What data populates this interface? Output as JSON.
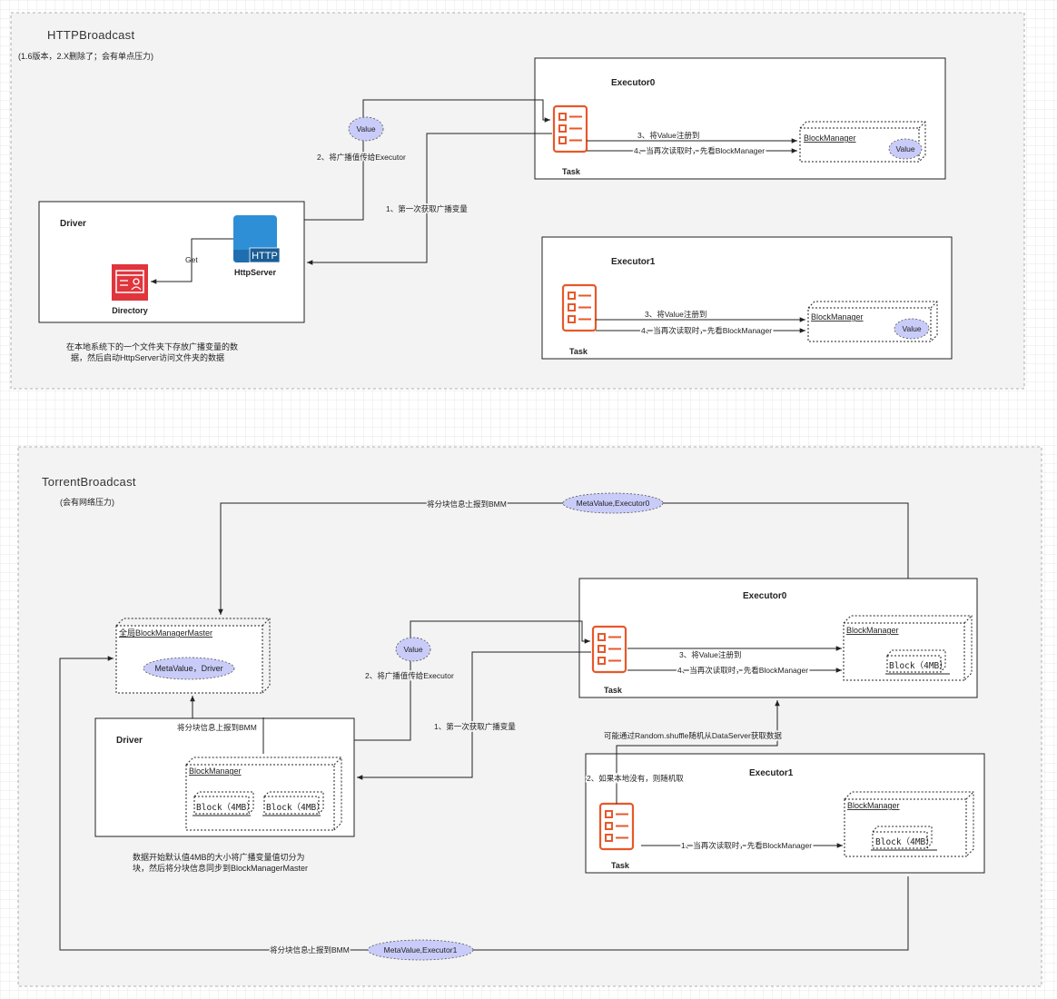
{
  "http": {
    "title": "HTTPBroadcast",
    "subtitle": "(1.6版本，2.X删除了；会有单点压力)",
    "executor0": "Executor0",
    "executor1": "Executor1",
    "driver": "Driver",
    "task": "Task",
    "value": "Value",
    "block_manager": "BlockManager",
    "step2": "2、将广播值传给Executor",
    "step1": "1、第一次获取广播变量",
    "step3": "3、将Value注册到",
    "step4": "4、当再次读取时，先看BlockManager",
    "get": "Get",
    "http_server": "HttpServer",
    "http_icon_text": "HTTP",
    "directory": "Directory",
    "note_line1": "在本地系统下的一个文件夹下存放广播变量的数",
    "note_line2": "据，然后启动HttpServer访问文件夹的数据"
  },
  "torrent": {
    "title": "TorrentBroadcast",
    "subtitle": "(会有网络压力)",
    "report_bmm": "将分块信息上报到BMM",
    "meta_exec0": "MetaValue,Executor0",
    "meta_exec1": "MetaValue,Executor1",
    "global_bmm": "全局BlockManagerMaster",
    "meta_driver": "MetaValue，Driver",
    "executor0": "Executor0",
    "executor1": "Executor1",
    "driver": "Driver",
    "task": "Task",
    "value": "Value",
    "block_manager": "BlockManager",
    "block": "Block（4MB）",
    "step2": "2、将广播值传给Executor",
    "step1": "1、第一次获取广播变量",
    "step3": "3、将Value注册到",
    "step4": "4、当再次读取时，先看BlockManager",
    "random_fetch": "可能通过Random.shuffle随机从DataServer获取数据",
    "local_missing": "2、如果本地没有，则随机取",
    "e1_step1": "1、当再次读取时，先看BlockManager",
    "note_line1": "数据开始默认值4MB的大小将广播变量值切分为",
    "note_line2": "块，然后将分块信息同步到BlockManagerMaster"
  },
  "colors": {
    "task_icon": "#e8582a",
    "value_oval": "#c9ccf8",
    "http_icon": "#2f8fd6",
    "directory_icon": "#e0353d",
    "panel_bg": "#f3f3f3"
  }
}
